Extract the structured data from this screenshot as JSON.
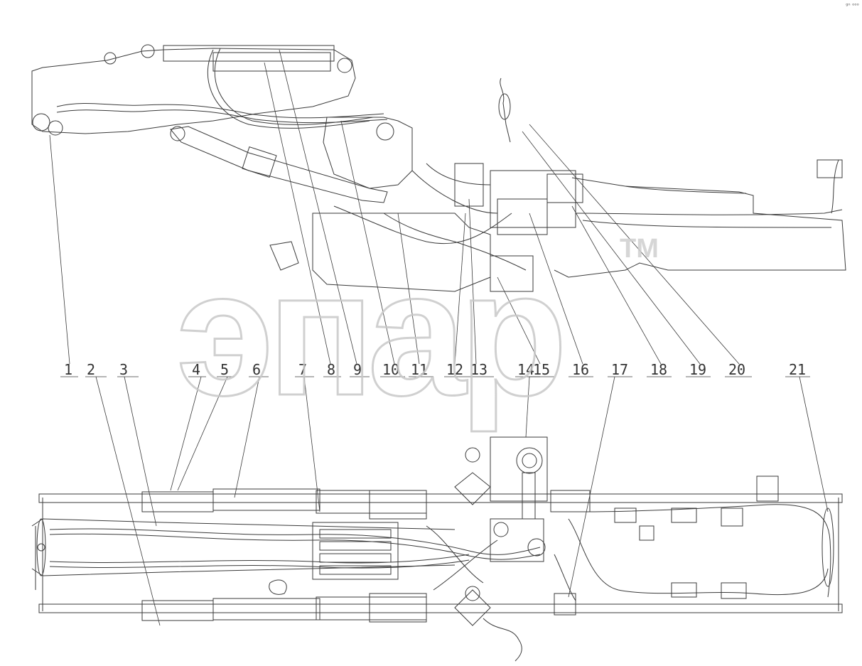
{
  "watermark": {
    "text": "эпар",
    "tm": "TM"
  },
  "corner_mark": "ᵍⁿ ᵒᵒᵒ",
  "callouts": [
    "1",
    "2",
    "3",
    "4",
    "5",
    "6",
    "7",
    "8",
    "9",
    "10",
    "11",
    "12",
    "13",
    "14",
    "15",
    "16",
    "17",
    "18",
    "19",
    "20",
    "21"
  ],
  "stroke_color": "#3a3a3a",
  "watermark_color": "#c8c8c8"
}
